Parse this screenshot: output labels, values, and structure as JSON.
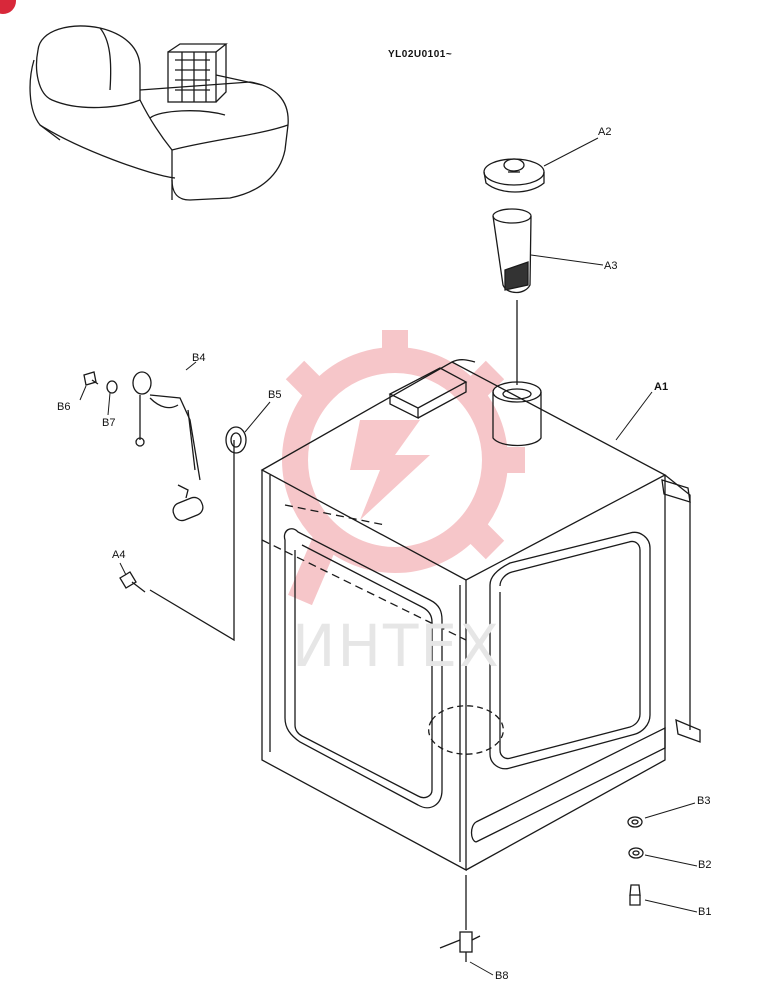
{
  "header": {
    "model_code": "YL02U0101~"
  },
  "watermark": {
    "text": "ИНТЕХ",
    "color": "#f2a8ad"
  },
  "callouts": {
    "A1": "A1",
    "A2": "A2",
    "A3": "A3",
    "A4": "A4",
    "B1": "B1",
    "B2": "B2",
    "B3": "B3",
    "B4": "B4",
    "B5": "B5",
    "B6": "B6",
    "B7": "B7",
    "B8": "B8"
  },
  "colors": {
    "line": "#1a1a1a",
    "background": "#ffffff",
    "badge": "#d8283a"
  }
}
